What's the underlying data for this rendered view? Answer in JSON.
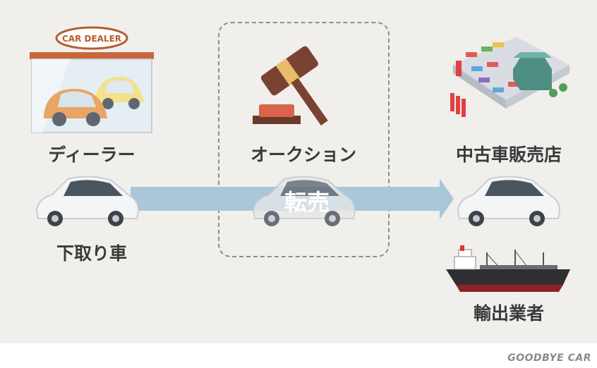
{
  "nodes": {
    "dealer": {
      "label": "ディーラー",
      "sign": "CAR DEALER"
    },
    "trade_in": {
      "label": "下取り車"
    },
    "auction": {
      "label": "オークション"
    },
    "used_car_shop": {
      "label": "中古車販売店"
    },
    "exporter": {
      "label": "輸出業者"
    }
  },
  "arrow": {
    "label": "転売"
  },
  "brand": {
    "logo_text": "GOODBYE CAR"
  },
  "colors": {
    "background": "#f1efec",
    "arrow": "#a9c7d9",
    "text": "#3a3a3a",
    "dashed_border": "#8d8d8d"
  }
}
